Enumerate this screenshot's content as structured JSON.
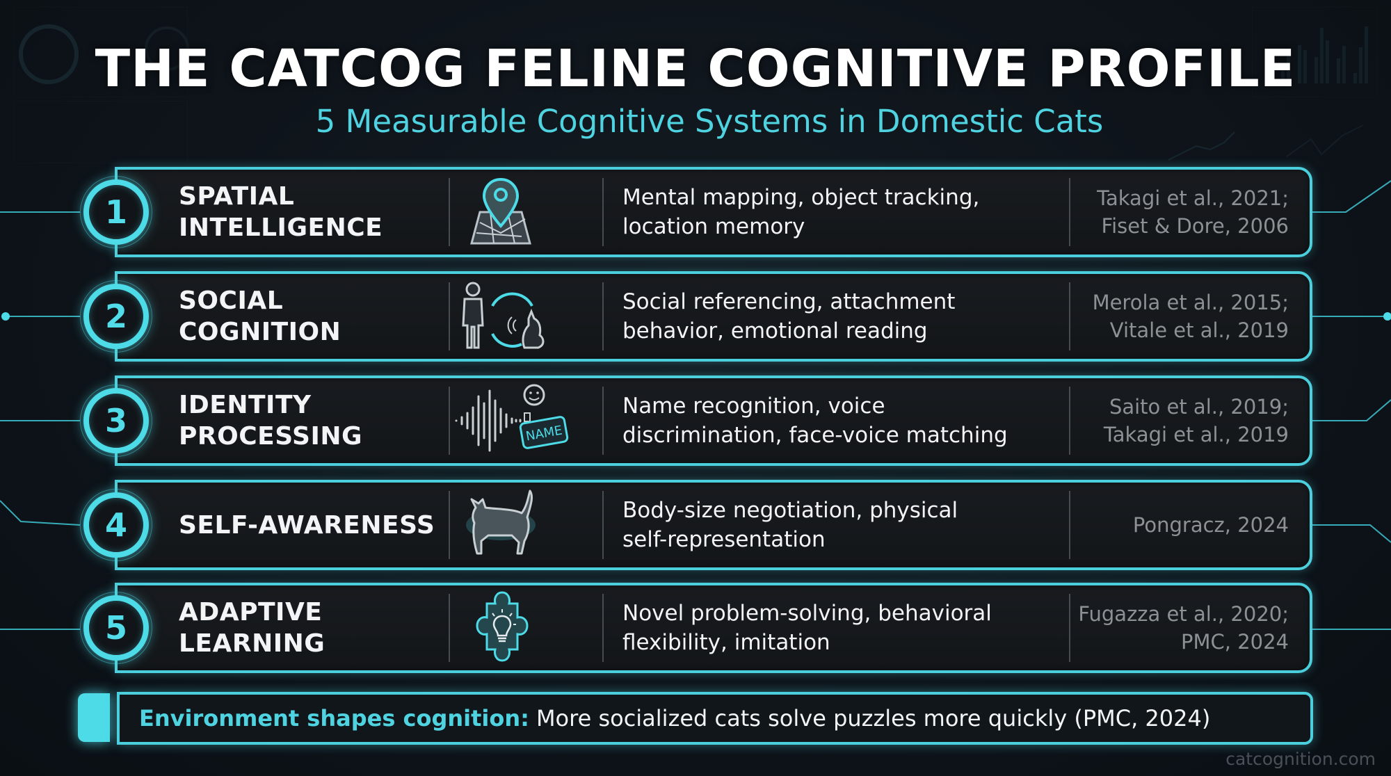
{
  "header": {
    "title": "THE CATCOG FELINE COGNITIVE PROFILE",
    "subtitle": "5 Measurable Cognitive Systems in Domestic Cats"
  },
  "colors": {
    "accent": "#4ddbe8",
    "background": "#0e141a",
    "card": "#16191d",
    "citation": "#8d9196",
    "text": "#f2f4f5"
  },
  "systems": [
    {
      "number": "1",
      "name_line1": "SPATIAL",
      "name_line2": "INTELLIGENCE",
      "icon": "map-pin-icon",
      "desc_line1": "Mental mapping, object tracking,",
      "desc_line2": "location memory",
      "cite_line1": "Takagi et al., 2021;",
      "cite_line2": "Fiset & Dore, 2006"
    },
    {
      "number": "2",
      "name_line1": "SOCIAL",
      "name_line2": "COGNITION",
      "icon": "person-cat-interaction-icon",
      "desc_line1": "Social referencing, attachment",
      "desc_line2": "behavior, emotional reading",
      "cite_line1": "Merola et al., 2015;",
      "cite_line2": "Vitale et al., 2019"
    },
    {
      "number": "3",
      "name_line1": "IDENTITY",
      "name_line2": "PROCESSING",
      "icon": "voice-name-tag-icon",
      "icon_label": "NAME",
      "desc_line1": "Name recognition, voice",
      "desc_line2": "discrimination, face-voice matching",
      "cite_line1": "Saito et al., 2019;",
      "cite_line2": "Takagi et al., 2019"
    },
    {
      "number": "4",
      "name_line1": "SELF-AWARENESS",
      "name_line2": "",
      "icon": "cat-silhouette-icon",
      "desc_line1": "Body-size negotiation, physical",
      "desc_line2": "self-representation",
      "cite_line1": "Pongracz, 2024",
      "cite_line2": ""
    },
    {
      "number": "5",
      "name_line1": "ADAPTIVE",
      "name_line2": "LEARNING",
      "icon": "puzzle-lightbulb-icon",
      "desc_line1": "Novel problem-solving, behavioral",
      "desc_line2": "flexibility, imitation",
      "cite_line1": "Fugazza et al., 2020;",
      "cite_line2": "PMC, 2024"
    }
  ],
  "footer": {
    "lead": "Environment shapes cognition:",
    "text": "More socialized cats solve puzzles more quickly (PMC, 2024)"
  },
  "watermark": "catcognition.com"
}
